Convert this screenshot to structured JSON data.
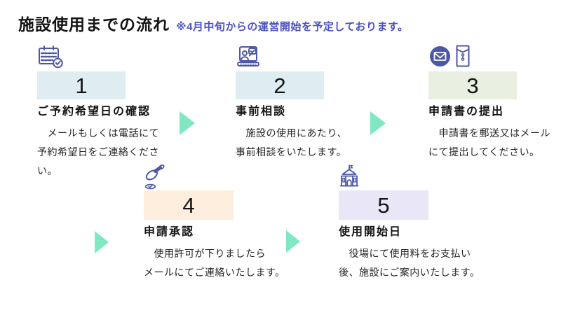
{
  "page": {
    "title": "施設使用までの流れ",
    "note": "※4月中旬からの運営開始を予定しております。"
  },
  "colors": {
    "note_text": "#4c52c0",
    "icon_stroke": "#4d57a5",
    "arrow": "#7fe8c2",
    "box_blue": "#dfedf2",
    "box_green": "#e9efe1",
    "box_peach": "#fdeedd",
    "box_lavender": "#e9e6f7"
  },
  "steps": [
    {
      "number": "1",
      "icon": "calendar-check-icon",
      "title": "ご予約希望日の確認",
      "description": "　メールもしくは電話にて\n予約希望日をご連絡くださ\nい。",
      "box_color": "#dfedf2"
    },
    {
      "number": "2",
      "icon": "online-consultation-icon",
      "title": "事前相談",
      "description": "　施設の使用にあたり、\n事前相談をいたします。",
      "box_color": "#dfedf2"
    },
    {
      "number": "3",
      "icon": "mail-and-envelope-icon",
      "title": "申請書の提出",
      "description": "　申請書を郵送又はメール\nにて提出してください。",
      "box_color": "#e9efe1"
    },
    {
      "number": "4",
      "icon": "approval-stamp-icon",
      "title": "申請承認",
      "description": "　使用許可が下りましたら\nメールにてご連絡いたします。",
      "box_color": "#fdeedd"
    },
    {
      "number": "5",
      "icon": "town-hall-icon",
      "title": "使用開始日",
      "description": "　役場にて使用料をお支払い\n後、施設にご案内いたします。",
      "box_color": "#e9e6f7"
    }
  ]
}
